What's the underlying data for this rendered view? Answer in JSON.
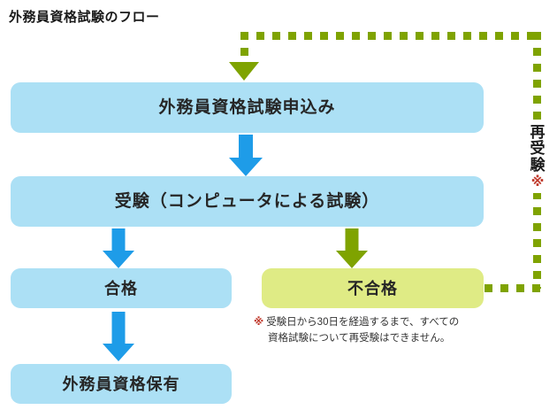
{
  "title": "外務員資格試験のフロー",
  "colors": {
    "box_blue": "#ACE0F5",
    "box_green": "#DFEB85",
    "arrow_blue": "#1E9CE8",
    "arrow_green": "#7FA300",
    "mark_red": "#C0392B",
    "text": "#262626",
    "background": "#FFFFFF"
  },
  "boxes": {
    "apply": "外務員資格試験申込み",
    "exam": "受験（コンピュータによる試験）",
    "pass": "合格",
    "fail": "不合格",
    "hold": "外務員資格保有"
  },
  "retake": {
    "char1": "再",
    "char2": "受",
    "char3": "験",
    "mark": "※"
  },
  "footnote": {
    "mark": "※",
    "line1": "受験日から30日を経過するまで、すべての",
    "line2": "資格試験について再受験はできません。"
  }
}
